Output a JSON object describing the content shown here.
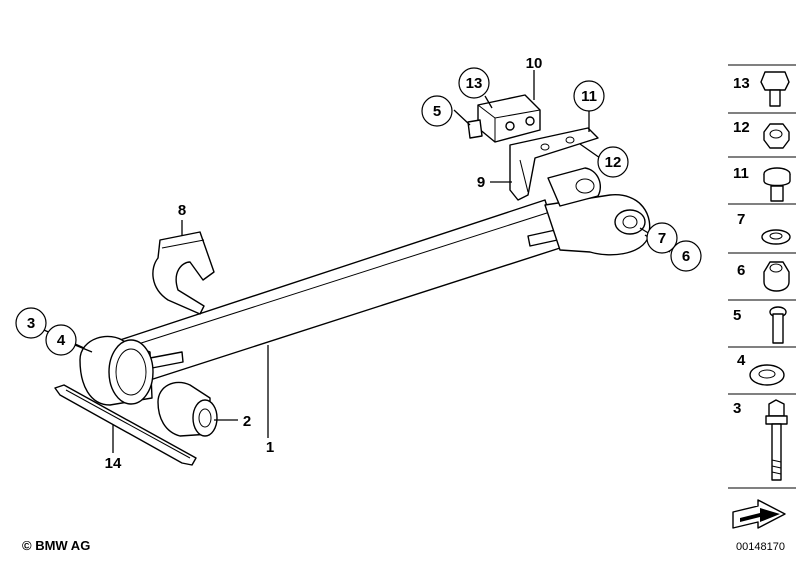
{
  "diagram": {
    "callouts": [
      {
        "id": "c1",
        "label": "1"
      },
      {
        "id": "c2",
        "label": "2"
      },
      {
        "id": "c3",
        "label": "3"
      },
      {
        "id": "c4",
        "label": "4"
      },
      {
        "id": "c5",
        "label": "5"
      },
      {
        "id": "c6",
        "label": "6"
      },
      {
        "id": "c7",
        "label": "7"
      },
      {
        "id": "c8",
        "label": "8"
      },
      {
        "id": "c9",
        "label": "9"
      },
      {
        "id": "c10",
        "label": "10"
      },
      {
        "id": "c11",
        "label": "11"
      },
      {
        "id": "c12",
        "label": "12"
      },
      {
        "id": "c13",
        "label": "13"
      },
      {
        "id": "c14",
        "label": "14"
      }
    ]
  },
  "legend": {
    "items": [
      {
        "label": "13",
        "icon": "hex-bolt-icon"
      },
      {
        "label": "12",
        "icon": "hex-nut-icon"
      },
      {
        "label": "11",
        "icon": "screw-icon"
      },
      {
        "label": "7",
        "icon": "washer-icon"
      },
      {
        "label": "6",
        "icon": "cap-nut-icon"
      },
      {
        "label": "5",
        "icon": "pan-head-bolt-icon"
      },
      {
        "label": "4",
        "icon": "washer-icon"
      },
      {
        "label": "3",
        "icon": "long-bolt-icon"
      }
    ]
  },
  "footer": {
    "copyright": "© BMW AG",
    "doc_id": "00148170"
  }
}
